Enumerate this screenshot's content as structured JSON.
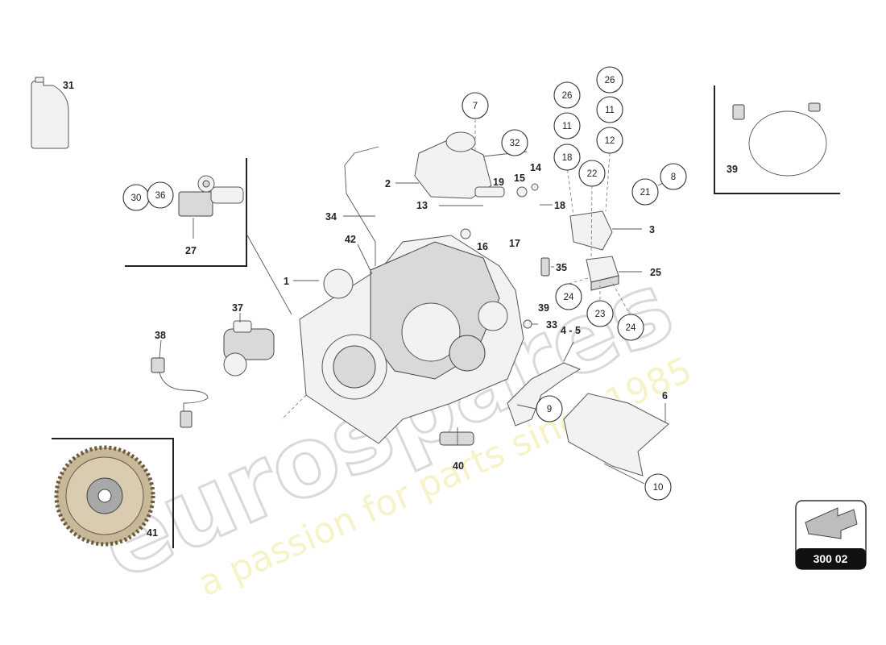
{
  "watermark": {
    "brand": "eurospares",
    "tagline": "a passion for parts since 1985"
  },
  "page_code": "300 02",
  "plain_labels": {
    "l1": "1",
    "l2": "2",
    "l3": "3",
    "l4_5": "4 - 5",
    "l6": "6",
    "l13": "13",
    "l14": "14",
    "l15": "15",
    "l16": "16",
    "l17": "17",
    "l18": "18",
    "l19": "19",
    "l25": "25",
    "l27": "27",
    "l31": "31",
    "l33": "33",
    "l34": "34",
    "l35": "35",
    "l37": "37",
    "l38": "38",
    "l39a": "39",
    "l39b": "39",
    "l40": "40",
    "l41": "41",
    "l42": "42"
  },
  "circled_labels": {
    "c7": "7",
    "c8": "8",
    "c9": "9",
    "c10": "10",
    "c11a": "11",
    "c11b": "11",
    "c12": "12",
    "c18": "18",
    "c21": "21",
    "c22": "22",
    "c23": "23",
    "c24a": "24",
    "c24b": "24",
    "c26a": "26",
    "c26b": "26",
    "c30": "30",
    "c32": "32",
    "c36": "36"
  }
}
